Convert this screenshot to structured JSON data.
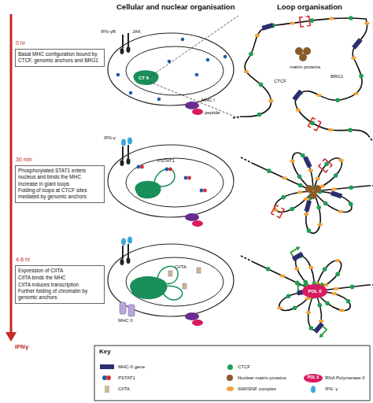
{
  "diagram": {
    "nodes": [
      {
        "text": [
          "Basal MHC configuration bound by CTCF, genomic anchors and BRG1"
        ]
      },
      {
        "text": [
          "Phosphorylated STAT1 enters nucleus and binds the MHC",
          "Increase in giant loops",
          "Folding of loops at CTCF sites mediated by genomic anchors"
        ]
      },
      {
        "text": [
          "Expression of CIITA",
          "CIITA binds the MHC",
          "CIITA induces transcription",
          "Further folding of chromatin by genomic anchors"
        ]
      }
    ],
    "labels": [
      "Cellular and nuclear organisation",
      "Loop organisation",
      "0 hr",
      "30 min",
      "4-6 hr",
      "IFNγ",
      "IFN-γR",
      "JAK",
      "CT 6",
      "MHC I",
      "peptide",
      "CTCF",
      "matrix proteins",
      "BRG1",
      "IFN-γ",
      "PSTAT1",
      "CIITA",
      "MHC II",
      "POL II",
      "Key",
      "POL II"
    ],
    "legend": [
      {
        "text": "MHC-II gene",
        "color": "#2b2f6e"
      },
      {
        "text": "CTCF",
        "color": "#1e9e57"
      },
      {
        "text": "PSTAT1"
      },
      {
        "text": "Nuclear matrix proteins",
        "color": "#8b5a2b"
      },
      {
        "text": "RNA Polymerase II",
        "color": "#d81b60"
      },
      {
        "text": "CIITA",
        "color": "#c9b79c"
      },
      {
        "text": "SWI/SNF complex",
        "color": "#f2a33a"
      },
      {
        "text": "IFN- γ",
        "color": "#3ca6dc"
      }
    ]
  }
}
